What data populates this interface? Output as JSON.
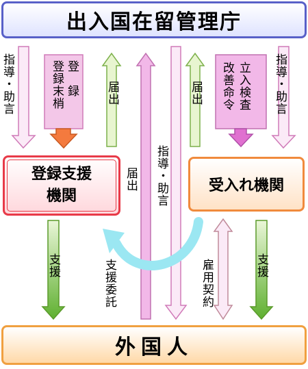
{
  "nodes": {
    "top": "出入国在留管理庁",
    "bottom": "外国人",
    "registration_support": "登録支援\n機関",
    "host": "受入れ機関"
  },
  "labels": {
    "guidance_left": "指導・助言",
    "registration": "登　録\n登録末梢",
    "notify_left": "届出",
    "notify_center": "届出",
    "guidance_center": "指導・助言",
    "notify_right": "届出",
    "orders": "立入検査\n改善命令",
    "guidance_right": "指導・助言",
    "support_left": "支援",
    "support_entrust": "支援委託",
    "employment_contract": "雇用契約",
    "support_right": "支援"
  }
}
